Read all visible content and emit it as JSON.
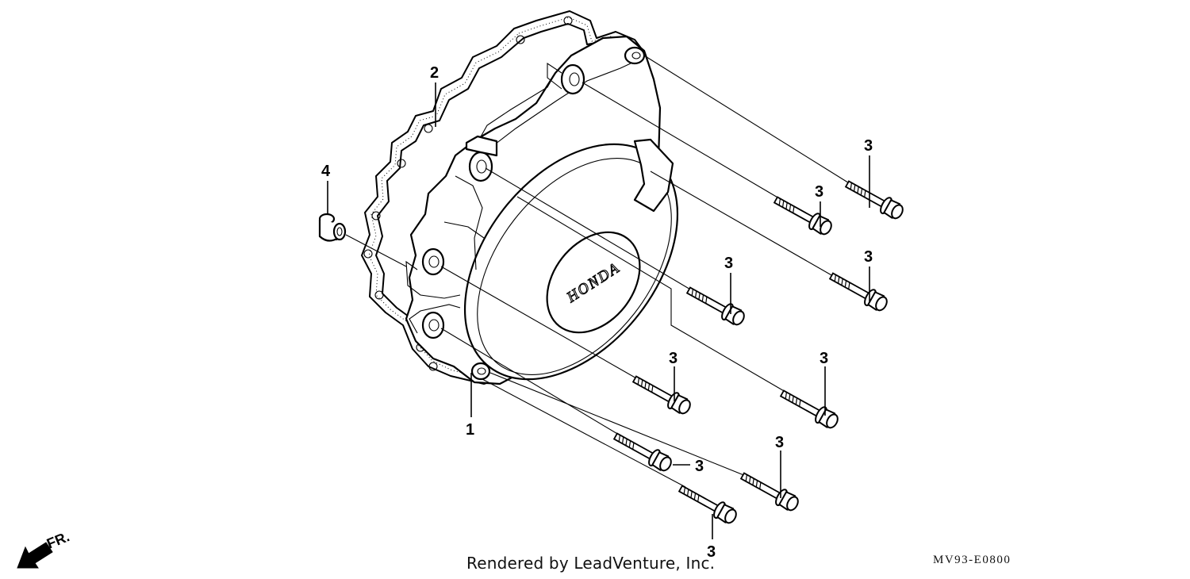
{
  "diagram": {
    "callouts": {
      "cover": "1",
      "gasket": "2",
      "bolt": "3",
      "dowel": "4"
    },
    "logo_text": "HONDA",
    "direction_label": "FR.",
    "footer": {
      "credit": "Rendered by LeadVenture, Inc.",
      "code": "MV93-E0800"
    }
  }
}
